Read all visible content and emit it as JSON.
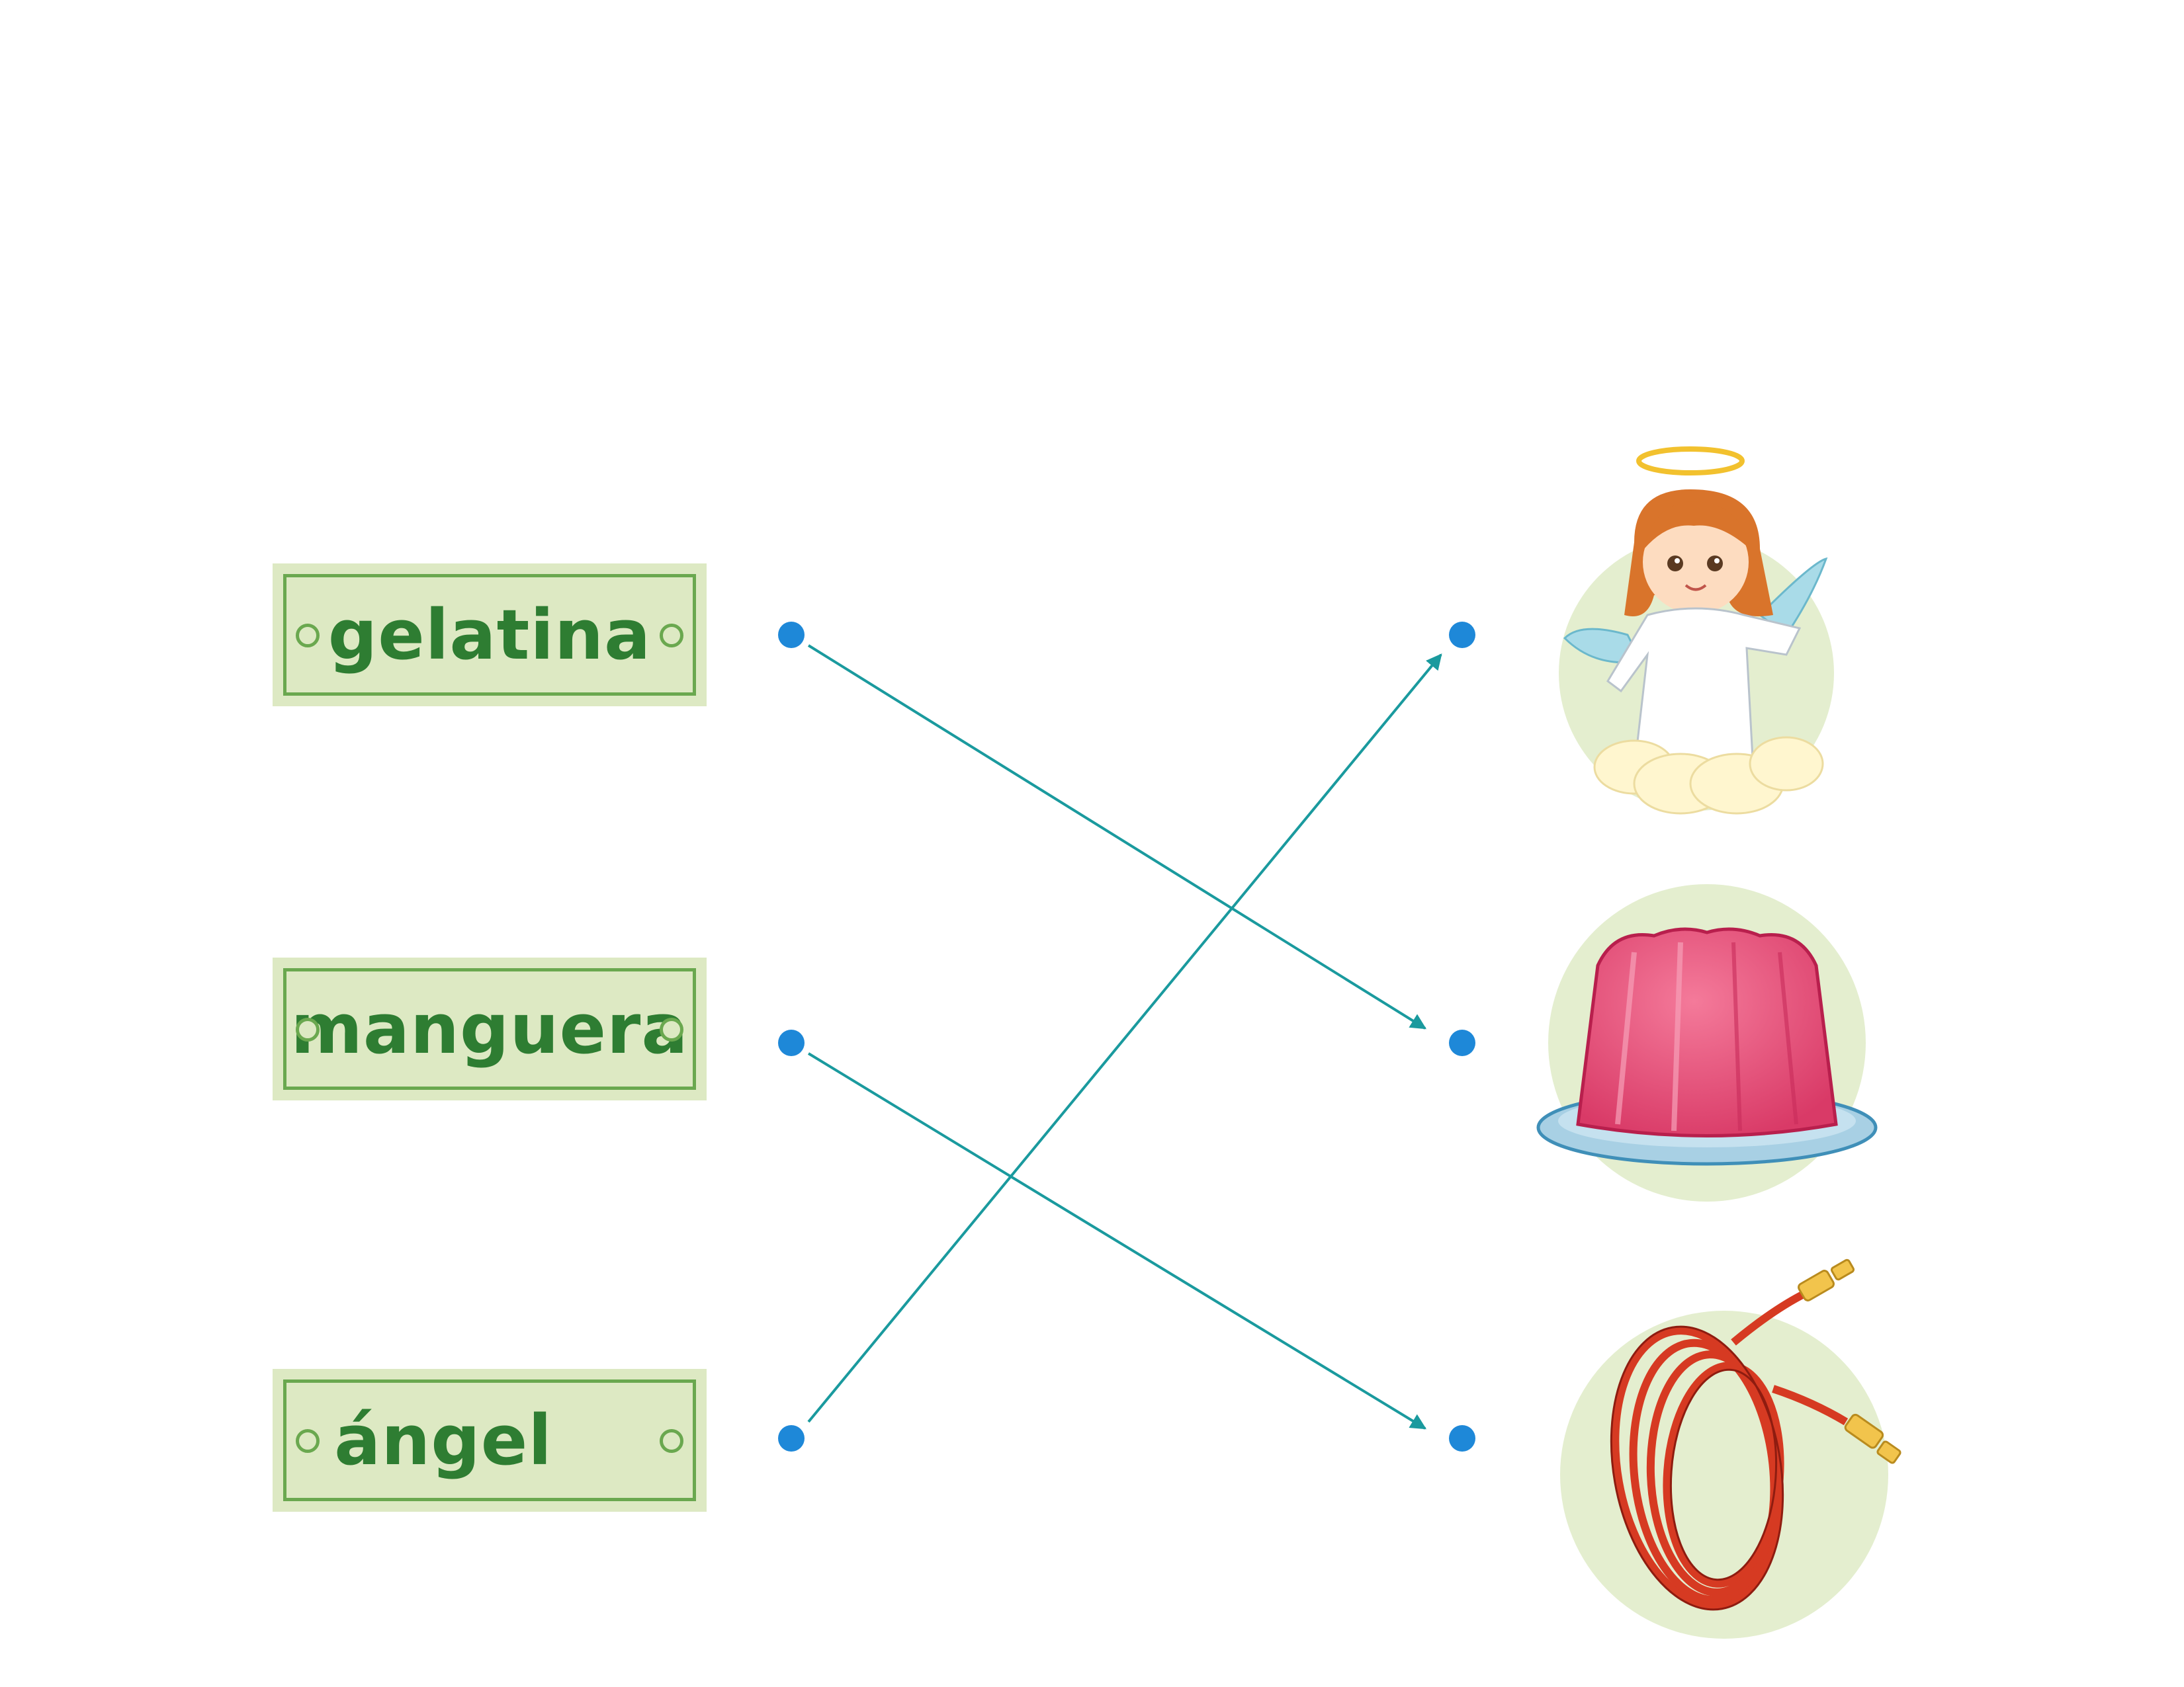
{
  "words": [
    {
      "label": "gelatina"
    },
    {
      "label": "manguera"
    },
    {
      "label": "ángel"
    }
  ],
  "pictures": [
    {
      "icon": "angel-icon"
    },
    {
      "icon": "gelatin-icon"
    },
    {
      "icon": "hose-icon"
    }
  ],
  "matches": [
    {
      "from": "gelatina",
      "to": "gelatin-icon"
    },
    {
      "from": "manguera",
      "to": "hose-icon"
    },
    {
      "from": "ángel",
      "to": "angel-icon"
    }
  ],
  "colors": {
    "card_bg": "#dde9c3",
    "card_border": "#6aa84f",
    "word_text": "#2e7d32",
    "dot": "#1e88d8",
    "line": "#1a9a9e",
    "circle_bg": "#e4eecf"
  }
}
